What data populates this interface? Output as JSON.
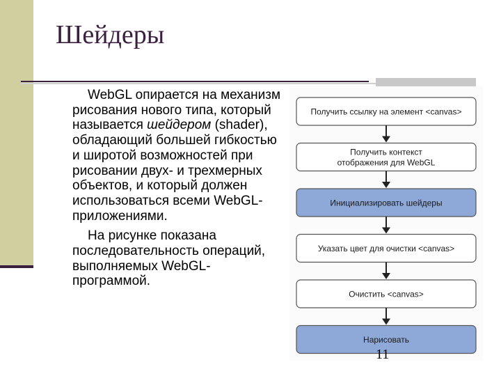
{
  "slide": {
    "title": "Шейдеры",
    "number": "11"
  },
  "body": {
    "p1_a": "WebGL опирается на механизм рисования нового типа, который называется ",
    "p1_em": "шейдером",
    "p1_b": " (shader), обладающий большей гибкостью и широтой возможностей при рисовании двух- и трехмерных объектов, и который должен использоваться всеми WebGL-приложениями.",
    "p2": "На рисунке показана последовательность операций, выполняемых WebGL-программой."
  },
  "diagram": {
    "steps": [
      {
        "lines": [
          "Получить ссылку на элемент <canvas>"
        ],
        "highlight": false
      },
      {
        "lines": [
          "Получить контекст",
          "отображения для WebGL"
        ],
        "highlight": false
      },
      {
        "lines": [
          "Инициализировать шейдеры"
        ],
        "highlight": true
      },
      {
        "lines": [
          "Указать цвет для очистки <canvas>"
        ],
        "highlight": false
      },
      {
        "lines": [
          "Очистить <canvas>"
        ],
        "highlight": false
      },
      {
        "lines": [
          "Нарисовать"
        ],
        "highlight": true
      }
    ],
    "colors": {
      "box_fill": "#ffffff",
      "box_fill_highlight": "#8ea8d8",
      "box_stroke": "#555555",
      "arrow": "#222222"
    }
  }
}
